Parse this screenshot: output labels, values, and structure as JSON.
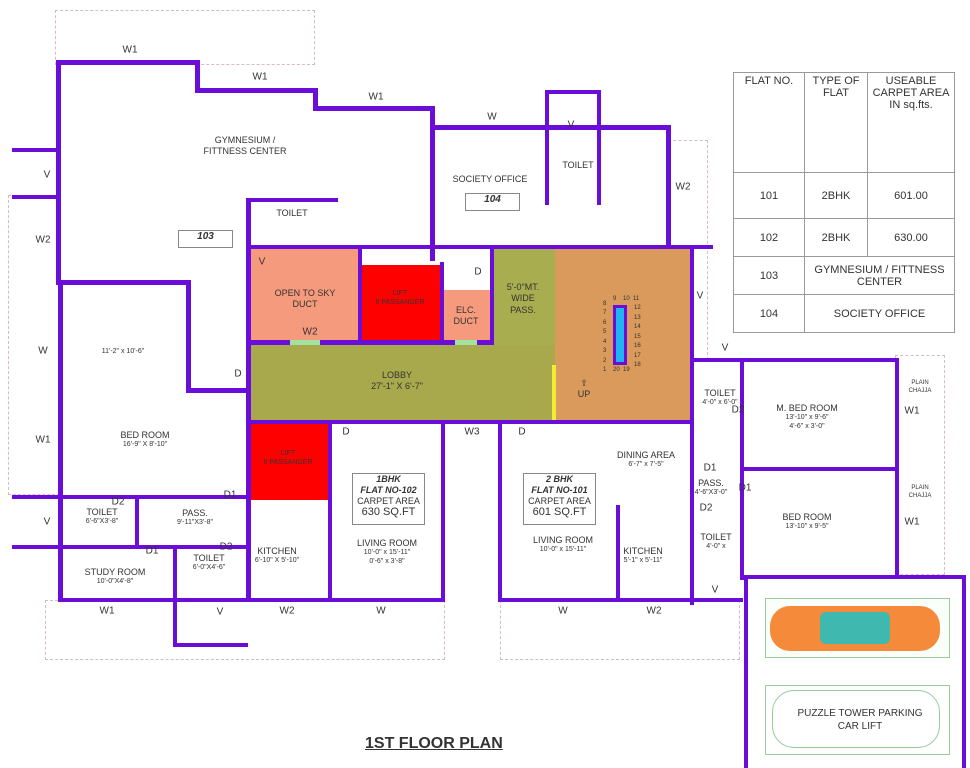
{
  "title": "1ST FLOOR PLAN",
  "colors": {
    "wall": "#6a0dd8",
    "duct": "#f59a7c",
    "lift": "#ff0000",
    "lobby": "#a8a94c",
    "stair": "#d99a5c",
    "stairwell": "#1fb6f0"
  },
  "rooms": {
    "gym": {
      "name": "GYMNESIUM /",
      "name2": "FITTNESS CENTER",
      "no": "103"
    },
    "office": {
      "name": "SOCIETY OFFICE",
      "no": "104"
    },
    "toilet_top": "TOILET",
    "toilet_gym": "TOILET",
    "duct": {
      "name": "OPEN TO SKY",
      "name2": "DUCT"
    },
    "lift1": {
      "name": "LIFT",
      "name2": "6 PASSANGER"
    },
    "lift2": {
      "name": "LIFT",
      "name2": "6 PASSANGER"
    },
    "elc": {
      "name": "ELC.",
      "name2": "DUCT"
    },
    "pass_wide": {
      "name": "5'-0\"MT.",
      "name2": "WIDE",
      "name3": "PASS."
    },
    "lobby": {
      "name": "LOBBY",
      "dim": "27'-1\" X 6'-7\""
    },
    "stair_up": "UP",
    "bed_left": {
      "name": "BED ROOM",
      "dim": "16'-9\" X 8'-10\"",
      "dim2": "11'-2\" x 10'-6\""
    },
    "toilet_l1": {
      "name": "TOILET",
      "dim": "6'-6\"X3'-8\""
    },
    "pass_l": {
      "name": "PASS.",
      "dim": "9'-11\"X3'-8\""
    },
    "study": {
      "name": "STUDY ROOM",
      "dim": "10'-0\"X4'-8\""
    },
    "toilet_l2": {
      "name": "TOILET",
      "dim": "6'-0\"X4'-6\""
    },
    "kitchen102": {
      "name": "KITCHEN",
      "dim": "6'-10\" X 5'-10\""
    },
    "living102": {
      "name": "LIVING ROOM",
      "dim": "10'-0\" x 15'-11\"",
      "dim2": "0'-6\" x 3'-8\""
    },
    "flat102": {
      "type": "1BHK",
      "no": "FLAT NO-102",
      "area_label": "CARPET AREA",
      "area": "630 SQ.FT"
    },
    "flat101": {
      "type": "2 BHK",
      "no": "FLAT NO-101",
      "area_label": "CARPET AREA",
      "area": "601 SQ.FT"
    },
    "living101": {
      "name": "LIVING ROOM",
      "dim": "10'-0\" x 15'-11\""
    },
    "kitchen101": {
      "name": "KITCHEN",
      "dim": "5'-1\" x 5'-11\""
    },
    "dining": {
      "name": "DINING AREA",
      "dim": "6'-7\" x 7'-5\""
    },
    "pass_r": {
      "name": "PASS.",
      "dim": "4'-6\"X3'-0\""
    },
    "toilet_r1": {
      "name": "TOILET",
      "dim": "4'-0\" x 6'-0\""
    },
    "toilet_r2": {
      "name": "TOILET",
      "dim": "4'-0\" x"
    },
    "mbed": {
      "name": "M. BED ROOM",
      "dim": "13'-10\" x 9'-6\"",
      "dim2": "4'-6\" x 3'-0\""
    },
    "bed_right": {
      "name": "BED ROOM",
      "dim": "13'-10\" x 9'-5\""
    },
    "chaja": "PLAIN CHAJJA",
    "parking": {
      "name": "PUZZLE TOWER PARKING",
      "name2": "CAR LIFT"
    }
  },
  "tags": {
    "W1": "W1",
    "W2": "W2",
    "W3": "W3",
    "W": "W",
    "V": "V",
    "D": "D",
    "D1": "D1",
    "D2": "D2"
  },
  "stair_numbers": [
    "1",
    "2",
    "3",
    "4",
    "5",
    "6",
    "7",
    "8",
    "9",
    "10",
    "11",
    "12",
    "13",
    "14",
    "15",
    "16",
    "17",
    "18",
    "19",
    "20"
  ],
  "table": {
    "headers": [
      "FLAT NO.",
      "TYPE OF FLAT",
      "USEABLE CARPET AREA IN sq.fts."
    ],
    "rows": [
      [
        "101",
        "2BHK",
        "601.00"
      ],
      [
        "102",
        "2BHK",
        "630.00"
      ],
      [
        "103",
        "GYMNESIUM / FITTNESS CENTER"
      ],
      [
        "104",
        "SOCIETY OFFICE"
      ]
    ]
  }
}
